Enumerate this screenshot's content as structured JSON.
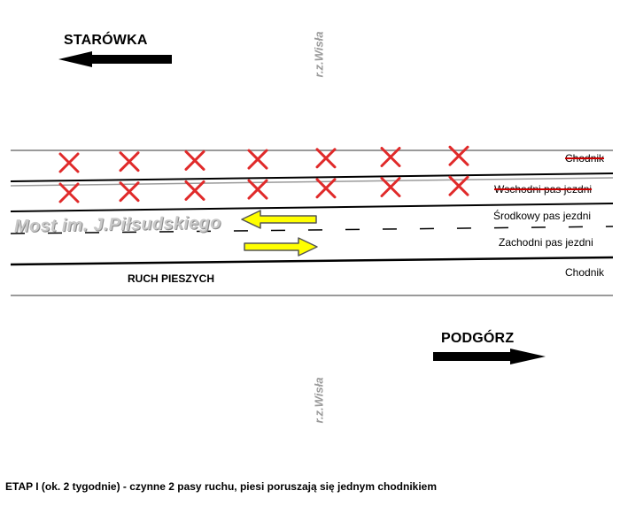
{
  "cities": {
    "north": "STARÓWKA",
    "south": "PODGÓRZ"
  },
  "river": "r.z.Wisła",
  "bridge": "Most im. J.Piłsudskiego",
  "lanes": {
    "sidewalk_east": "Chodnik",
    "east_lane": "Wschodni pas jezdni",
    "middle_lane": "Środkowy pas jezdni",
    "west_lane": "Zachodni pas jezdni",
    "sidewalk_west": "Chodnik"
  },
  "pedestrians": "RUCH PIESZYCH",
  "caption": "ETAP I (ok. 2 tygodnie) - czynne 2 pasy ruchu, piesi poruszają się jednym chodnikiem",
  "closed_markers_per_row": 7,
  "closed_rows": [
    "sidewalk_east",
    "east_lane"
  ],
  "colors": {
    "closed_marker": "#e02a2a",
    "traffic_arrow_fill": "#ffff00",
    "traffic_arrow_outline": "#555555",
    "direction_arrow": "#000000",
    "strikethrough": "#cc0000"
  },
  "traffic_arrows": [
    {
      "lane": "middle_lane",
      "direction": "west"
    },
    {
      "lane": "west_lane",
      "direction": "east"
    }
  ],
  "direction_arrows": [
    {
      "city": "north",
      "direction": "west"
    },
    {
      "city": "south",
      "direction": "east"
    }
  ]
}
